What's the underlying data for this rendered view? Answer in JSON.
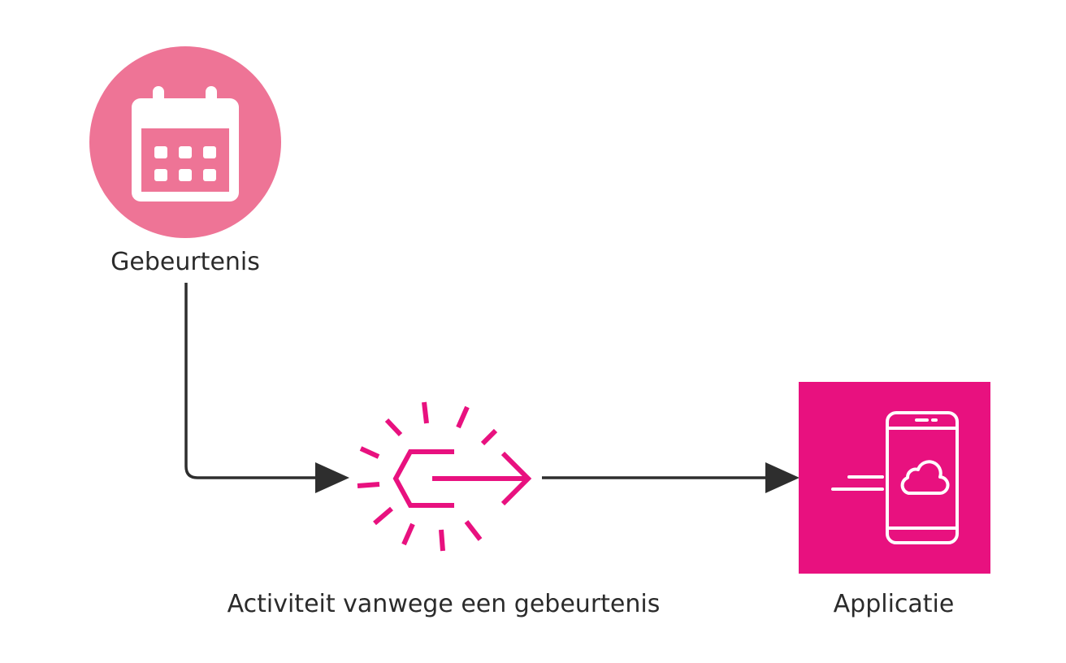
{
  "nodes": [
    {
      "id": "event",
      "label": "Gebeurtenis",
      "icon": "calendar-icon"
    },
    {
      "id": "activity",
      "label": "Activiteit vanwege een gebeurtenis",
      "icon": "event-triggered-activity-icon"
    },
    {
      "id": "app",
      "label": "Applicatie",
      "icon": "mobile-cloud-app-icon"
    }
  ],
  "edges": [
    {
      "from": "event",
      "to": "activity"
    },
    {
      "from": "activity",
      "to": "app"
    }
  ],
  "colors": {
    "event_circle": "#ee7496",
    "accent": "#e8117f",
    "arrow": "#2e2e2e",
    "icon_fill": "#ffffff",
    "text": "#2b2b2b"
  }
}
